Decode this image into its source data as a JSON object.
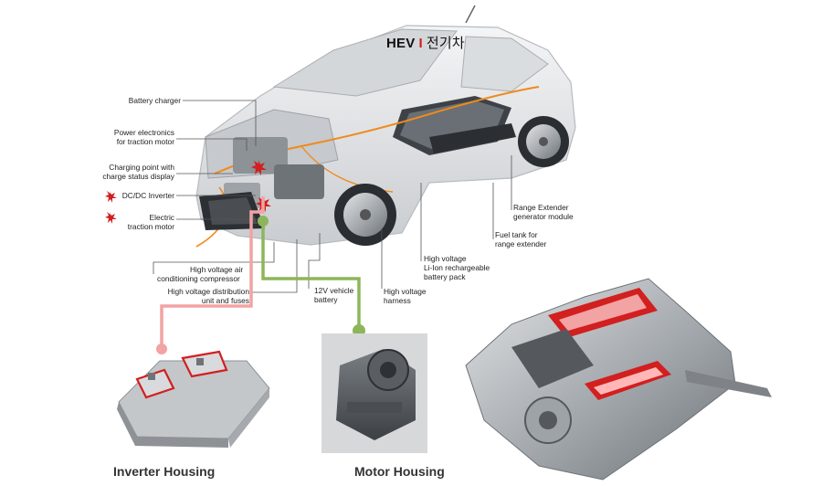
{
  "title": {
    "prefix": "HEV",
    "divider": "I",
    "korean": "전기차"
  },
  "callouts": {
    "battery_charger": "Battery charger",
    "power_electronics_1": "Power electronics",
    "power_electronics_2": "for traction motor",
    "charging_point_1": "Charging point with",
    "charging_point_2": "charge status display",
    "dcdc_inverter": "DC/DC Inverter",
    "electric_motor_1": "Electric",
    "electric_motor_2": "traction motor",
    "hv_ac_1": "High voltage air",
    "hv_ac_2": "conditioning compressor",
    "hv_dist_1": "High voltage distribution",
    "hv_dist_2": "unit and fuses",
    "battery_12v_1": "12V vehicle",
    "battery_12v_2": "battery",
    "hv_harness_1": "High voltage",
    "hv_harness_2": "harness",
    "liion_1": "High voltage",
    "liion_2": "Li-Ion rechargeable",
    "liion_3": "battery pack",
    "fuel_tank_1": "Fuel tank for",
    "fuel_tank_2": "range extender",
    "range_ext_1": "Range Extender",
    "range_ext_2": "generator module"
  },
  "captions": {
    "inverter": "Inverter Housing",
    "motor": "Motor Housing"
  },
  "colors": {
    "inverter_line": "#f2a3a3",
    "motor_line": "#8db55a",
    "accent": "#d21f1f"
  }
}
